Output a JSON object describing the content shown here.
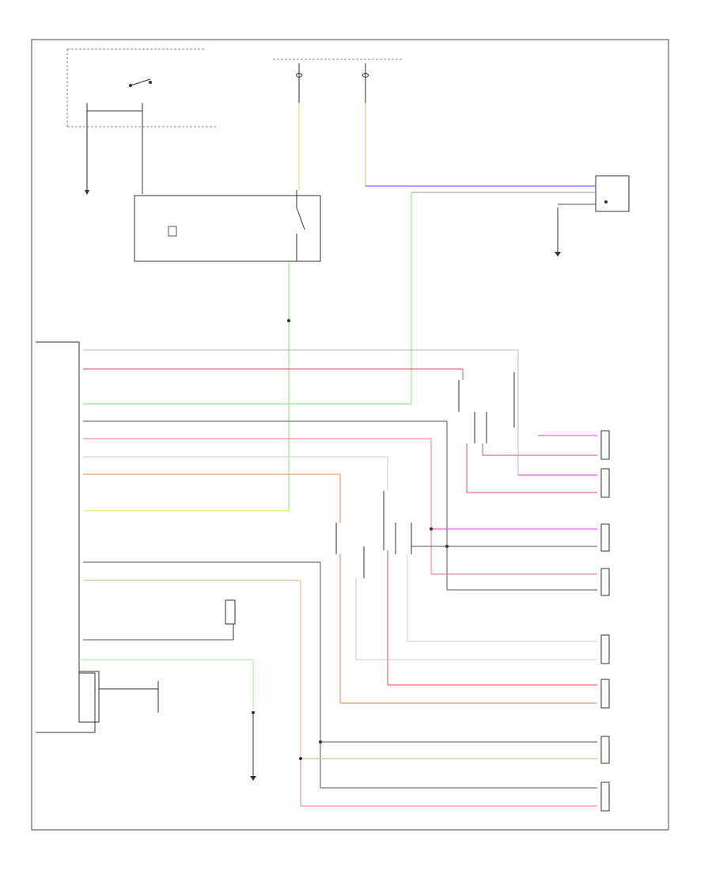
{
  "diagram": {
    "footer_code": "",
    "colors": {
      "frame": "#444444",
      "wire_dark": "#555555",
      "wire_red": "#f06a7a",
      "wire_pink": "#f58ca0",
      "wire_orange": "#e0a070",
      "wire_yellow": "#e8e860",
      "wire_green": "#90e890",
      "wire_lgreen": "#a8f0a0",
      "wire_purple": "#8c5cf0",
      "wire_magenta": "#e860e8",
      "wire_tan": "#d8c88c"
    },
    "wires": [
      {
        "name": "wire-yellow-upper",
        "color": "wire_yellow"
      },
      {
        "name": "wire-tan-upper",
        "color": "wire_tan"
      },
      {
        "name": "wire-purple-top",
        "color": "wire_purple"
      },
      {
        "name": "wire-green-vertical",
        "color": "wire_green"
      },
      {
        "name": "wire-red-1",
        "color": "wire_red"
      },
      {
        "name": "wire-pink-2",
        "color": "wire_pink"
      },
      {
        "name": "wire-orange-1",
        "color": "wire_orange"
      },
      {
        "name": "wire-lgreen-left",
        "color": "wire_lgreen"
      },
      {
        "name": "wire-magenta-1",
        "color": "wire_magenta"
      },
      {
        "name": "wire-magenta-2",
        "color": "wire_magenta"
      }
    ]
  }
}
